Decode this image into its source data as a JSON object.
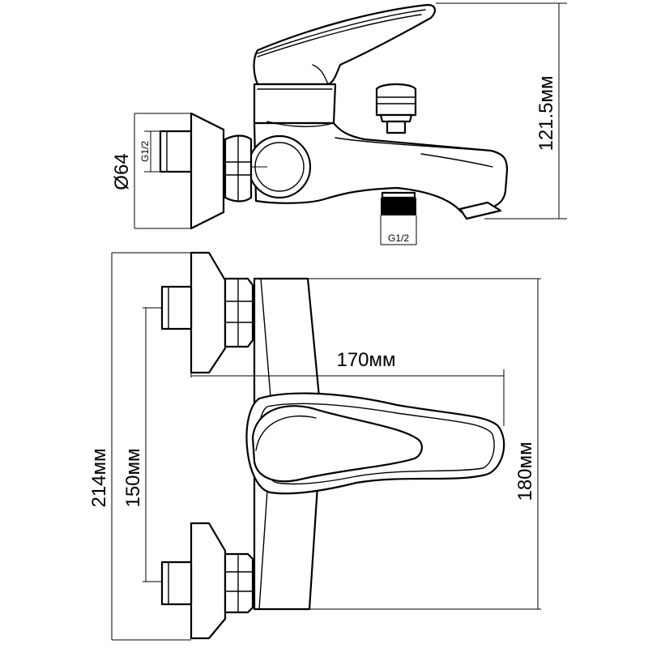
{
  "dimensions": {
    "side_view": {
      "height": "121.5мм",
      "diameter": "Ø64",
      "inlet_thread": "G1/2",
      "outlet_thread": "G1/2"
    },
    "front_view": {
      "overall_height": "214мм",
      "centres": "150мм",
      "body_height": "180мм",
      "projection": "170мм"
    }
  }
}
